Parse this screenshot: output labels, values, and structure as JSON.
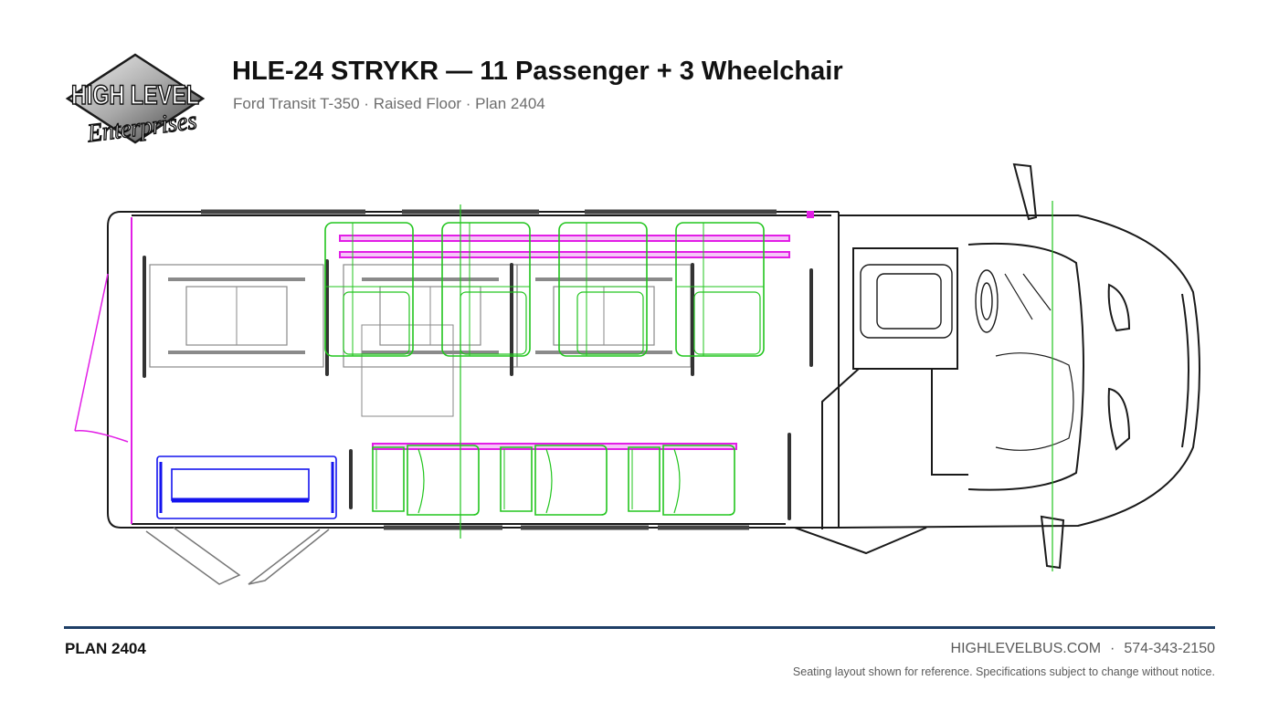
{
  "header": {
    "logo_line1": "HIGH LEVEL",
    "logo_line2": "Enterprises",
    "title": "HLE-24 STRYKR — 11 Passenger + 3 Wheelchair",
    "subtitle": "Ford Transit T-350 · Raised Floor · Plan 2404"
  },
  "diagram": {
    "colors": {
      "outline": "#1a1a1a",
      "seat": "#22c51e",
      "track": "#e21ee6",
      "lift": "#1414ee",
      "wheelchair": "#8a8a8a",
      "centerline": "#22c51e"
    },
    "icons": [
      "wheelchair-lift-icon",
      "steering-wheel-icon",
      "driver-seat-icon",
      "mirror-icon"
    ]
  },
  "footer": {
    "plan": "PLAN 2404",
    "website": "HIGHLEVELBUS.COM",
    "separator": "·",
    "phone": "574-343-2150",
    "disclaimer": "Seating layout shown for reference. Specifications subject to change without notice."
  }
}
